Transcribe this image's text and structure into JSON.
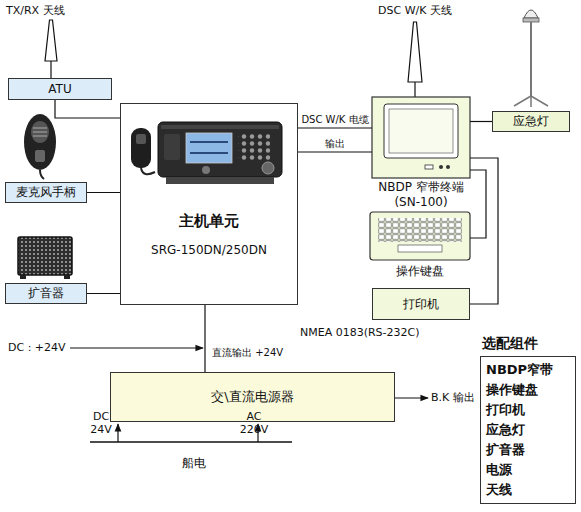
{
  "diagram": {
    "nodes": [
      {
        "text": [
          "ATU"
        ]
      },
      {
        "text": [
          "主机单元",
          "SRG-150DN/250DN"
        ]
      },
      {
        "text": [
          "麦克风手柄"
        ]
      },
      {
        "text": [
          "扩音器"
        ]
      },
      {
        "text": [
          "NBDP 窄带终端 (SN-100)"
        ]
      },
      {
        "text": [
          "应急灯"
        ]
      },
      {
        "text": [
          "操作键盘"
        ]
      },
      {
        "text": [
          "打印机"
        ]
      },
      {
        "text": [
          "交\\直流电源器"
        ]
      },
      {
        "text": [
          "选配组件",
          "NBDP窄带",
          "操作键盘",
          "打印机",
          "应急灯",
          "扩音器",
          "电源",
          "天线"
        ]
      }
    ],
    "edges": [
      {
        "from": 0,
        "to": 1,
        "arrow": "none"
      },
      {
        "from": 2,
        "to": 1,
        "arrow": "none"
      },
      {
        "from": 3,
        "to": 1,
        "arrow": "none"
      },
      {
        "from": 1,
        "to": 4,
        "label": "DSC W/K 电缆",
        "arrow": "none"
      },
      {
        "from": 1,
        "to": 4,
        "label": "输出",
        "arrow": "none"
      },
      {
        "from": 4,
        "to": 5,
        "arrow": "none"
      },
      {
        "from": 4,
        "to": 6,
        "arrow": "none"
      },
      {
        "from": 4,
        "to": 7,
        "arrow": "none"
      },
      {
        "from": 1,
        "to": 8,
        "label": "直流输出 +24V",
        "arrow": "none"
      }
    ],
    "labels": [
      "TX/RX 天线",
      "DSC W/K 天线",
      "NMEA 0183(RS-232C)",
      "DC : +24V",
      "B.K 输出",
      "DC 24V",
      "AC 220V",
      "船电"
    ]
  }
}
